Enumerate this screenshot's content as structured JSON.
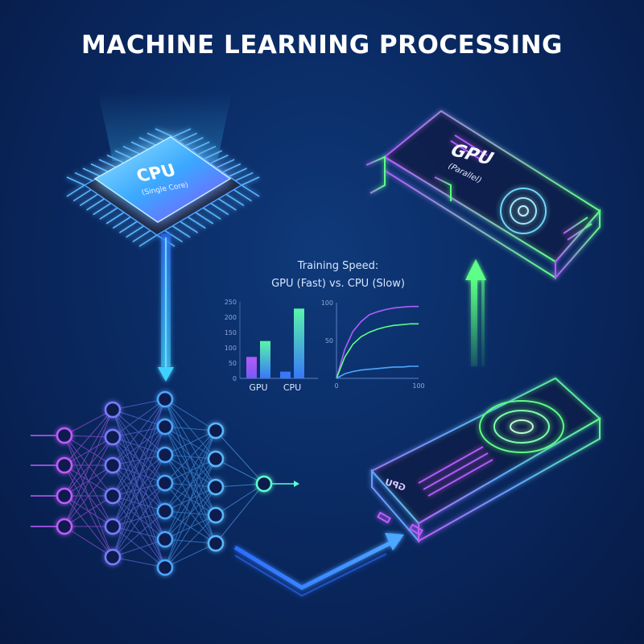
{
  "title": "MACHINE LEARNING PROCESSING",
  "cpu": {
    "label": "CPU",
    "sublabel": "(Single Core)"
  },
  "gpu": {
    "label": "GPU",
    "sublabel": "(Parallel)",
    "card_brand": "GPU"
  },
  "colors": {
    "background": "#0a2a63",
    "cyan": "#3fd0ff",
    "blue": "#4da6ff",
    "purple": "#b05cff",
    "green": "#5dff86"
  },
  "icons": [
    "cpu-chip-icon",
    "gpu-card-icon",
    "neural-network-icon",
    "flow-arrow-icon"
  ],
  "chart_data": [
    {
      "type": "bar",
      "title": "Training Speed:\nGPU (Fast) vs. CPU (Slow)",
      "categories": [
        "GPU",
        "CPU"
      ],
      "series": [
        {
          "values": [
            70,
            22
          ]
        },
        {
          "values": [
            122,
            228
          ]
        }
      ],
      "ylim": [
        0,
        250
      ],
      "yticks": [
        0,
        50,
        100,
        150,
        200,
        250
      ],
      "xlabel": "",
      "ylabel": ""
    },
    {
      "type": "line",
      "x": [
        0,
        10,
        20,
        30,
        40,
        50,
        60,
        70,
        80,
        90,
        100
      ],
      "series": [
        {
          "values": [
            0,
            38,
            62,
            75,
            84,
            88,
            91,
            93,
            94,
            95,
            95
          ]
        },
        {
          "values": [
            0,
            28,
            45,
            55,
            61,
            65,
            68,
            70,
            71,
            72,
            72
          ]
        },
        {
          "values": [
            0,
            6,
            9,
            11,
            12,
            13,
            14,
            15,
            15,
            16,
            16
          ]
        }
      ],
      "xlim": [
        0,
        100
      ],
      "ylim": [
        0,
        100
      ],
      "xticks": [
        0,
        100
      ],
      "yticks": [
        50,
        100
      ],
      "xlabel": "",
      "ylabel": ""
    }
  ]
}
